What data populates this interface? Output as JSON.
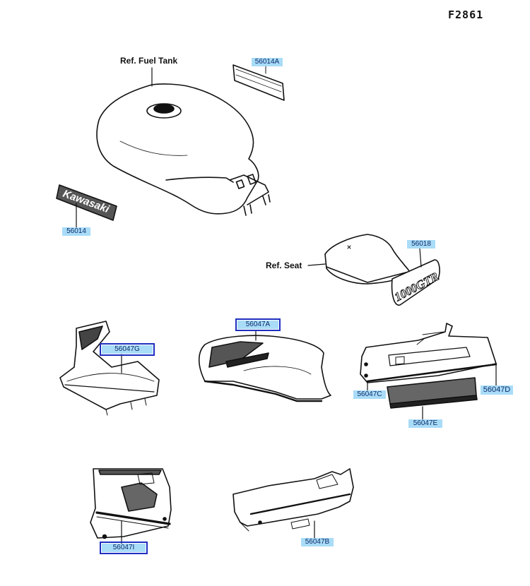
{
  "figure_code": "F2861",
  "references": {
    "fuel_tank": "Ref. Fuel Tank",
    "seat": "Ref. Seat"
  },
  "parts": {
    "p56014A": "56014A",
    "p56014": "56014",
    "p56018": "56018",
    "p56047A": "56047A",
    "p56047G": "56047G",
    "p56047C": "56047C",
    "p56047D": "56047D",
    "p56047E": "56047E",
    "p56047I": "56047I",
    "p56047B": "56047B"
  },
  "decal_text": {
    "kawasaki": "Kawasaki",
    "model": "1000GTR"
  },
  "colors": {
    "label_fill": "#a9dcf7",
    "label_text": "#0b2a6b",
    "highlight_outline": "#1f2fbf"
  }
}
